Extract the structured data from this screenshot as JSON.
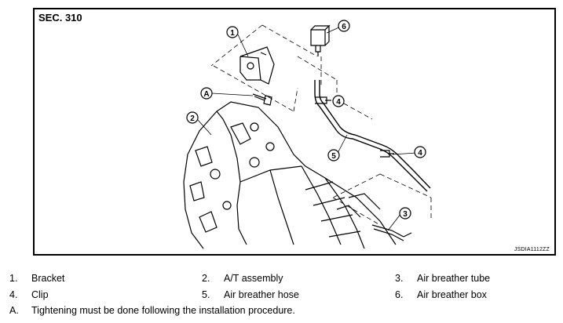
{
  "figure": {
    "section_label": "SEC. 310",
    "figure_id": "JSDIA1112ZZ",
    "callouts": [
      "1",
      "2",
      "3",
      "4",
      "4",
      "5",
      "6",
      "A"
    ]
  },
  "legend": {
    "rows": [
      {
        "num": "1.",
        "text": "Bracket"
      },
      {
        "num": "2.",
        "text": "A/T assembly"
      },
      {
        "num": "3.",
        "text": "Air breather tube"
      },
      {
        "num": "4.",
        "text": "Clip"
      },
      {
        "num": "5.",
        "text": "Air breather hose"
      },
      {
        "num": "6.",
        "text": "Air breather box"
      }
    ],
    "note": {
      "num": "A.",
      "text": "Tightening must be done following the installation procedure."
    }
  }
}
